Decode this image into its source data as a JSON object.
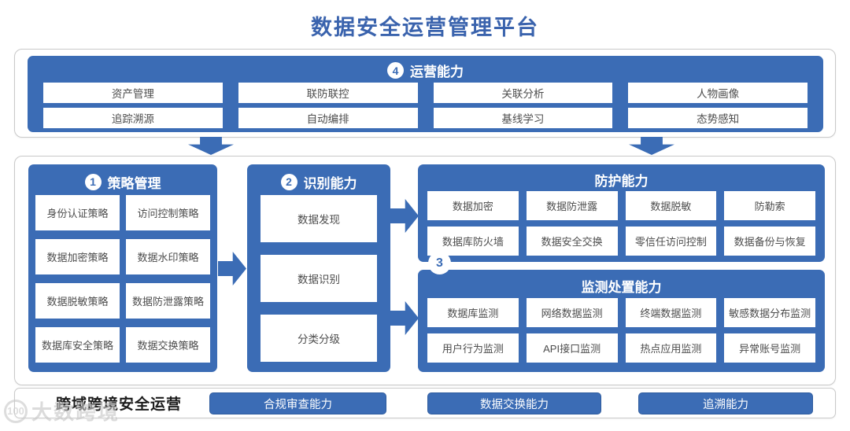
{
  "title": "数据安全运营管理平台",
  "colors": {
    "primary_blue": "#3b6cb5",
    "title_blue": "#3a63ad",
    "box_text": "#4d4d4d",
    "border_gray": "#c9c9c9"
  },
  "operation_panel": {
    "badge": "4",
    "title": "运营能力",
    "items": [
      "资产管理",
      "联防联控",
      "关联分析",
      "人物画像",
      "追踪溯源",
      "自动编排",
      "基线学习",
      "态势感知"
    ]
  },
  "strategy_panel": {
    "badge": "1",
    "title": "策略管理",
    "items": [
      "身份认证策略",
      "访问控制策略",
      "数据加密策略",
      "数据水印策略",
      "数据脱敏策略",
      "数据防泄露策略",
      "数据库安全策略",
      "数据交换策略"
    ]
  },
  "identify_panel": {
    "badge": "2",
    "title": "识别能力",
    "items": [
      "数据发现",
      "数据识别",
      "分类分级"
    ]
  },
  "protection_panel": {
    "title": "防护能力",
    "items": [
      "数据加密",
      "数据防泄露",
      "数据脱敏",
      "防勒索",
      "数据库防火墙",
      "数据安全交换",
      "零信任访问控制",
      "数据备份与恢复"
    ]
  },
  "monitor_panel": {
    "badge": "3",
    "title": "监测处置能力",
    "items": [
      "数据库监测",
      "网络数据监测",
      "终端数据监测",
      "敏感数据分布监测",
      "用户行为监测",
      "API接口监测",
      "热点应用监测",
      "异常账号监测"
    ]
  },
  "bottom_bar": {
    "title": "跨域跨境安全运营",
    "buttons": [
      "合规审查能力",
      "数据交换能力",
      "追溯能力"
    ]
  },
  "watermark": {
    "logo": "100",
    "text": "大数跨境"
  }
}
